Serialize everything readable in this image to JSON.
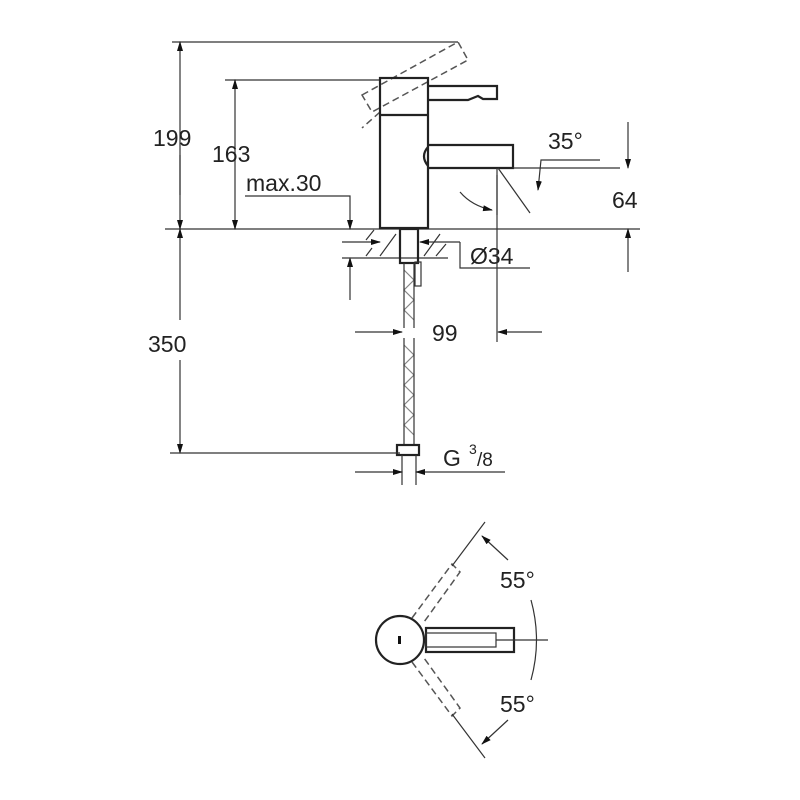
{
  "diagram": {
    "title": "Basin mixer dimension drawing",
    "dimensions": {
      "total_height": "199",
      "body_height": "163",
      "max_counter_thickness": "max.30",
      "spout_angle": "35°",
      "spout_height": "64",
      "bore_diameter": "Ø34",
      "hose_length": "350",
      "spout_reach": "99",
      "connection_prefix": "G",
      "connection_num": "3",
      "connection_den": "/8"
    },
    "plan_view": {
      "swivel_left": "55°",
      "swivel_right": "55°"
    }
  }
}
